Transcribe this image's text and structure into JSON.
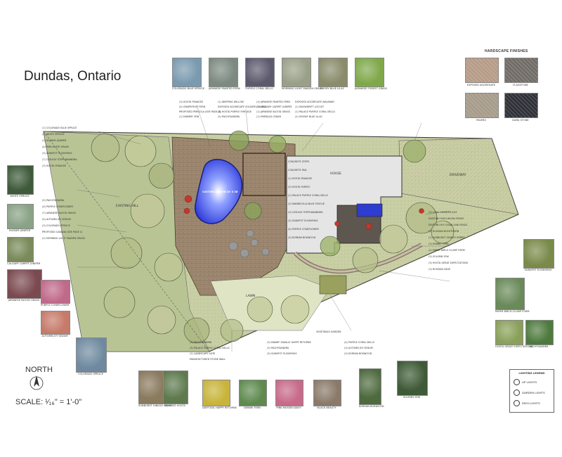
{
  "title": "Dundas, Ontario",
  "north_label": "NORTH",
  "scale_label": "SCALE: ¹⁄₁₆\" = 1'-0\"",
  "hardscape": {
    "title": "HARDSCAPE FINISHES",
    "items": [
      {
        "name": "EXPOSED AGGREGATE",
        "color": "#b59a86"
      },
      {
        "name": "FLAGSTONE",
        "color": "#6f6a66"
      },
      {
        "name": "PAVERS",
        "color": "#a59a88"
      },
      {
        "name": "DARK STONE",
        "color": "#2d2d35"
      }
    ]
  },
  "top_plants": [
    {
      "name": "COLORADO BLUE SPRUCE",
      "color": "#7a9ab0"
    },
    {
      "name": "JAPANESE PAINTED FERN",
      "color": "#7c8a80"
    },
    {
      "name": "PURPLE CORAL BELLS",
      "color": "#5d5a6e"
    },
    {
      "name": "MORNING LIGHT MAIDEN GRASS",
      "color": "#9aa088"
    },
    {
      "name": "EMORY BLUE LILAC",
      "color": "#8a8c6c"
    },
    {
      "name": "JAPANESE FOREST GRASS",
      "color": "#7fa84a"
    }
  ],
  "left_plants": [
    {
      "name": "WHITE SPRUCE",
      "color": "#3e5a3a"
    },
    {
      "name": "HUSKER JUNIPER",
      "color": "#8aa286"
    },
    {
      "name": "CALGARY CARPET JUNIPER",
      "color": "#7a8a5a"
    },
    {
      "name": "JAPANESE BLOOD GRASS",
      "color": "#7a4a50"
    },
    {
      "name": "PURPLE CONEFLOWER",
      "color": "#c06a8a"
    },
    {
      "name": "AUTUMN JOY SEDUM",
      "color": "#c67a6a"
    },
    {
      "name": "COLORADO SPRUCE",
      "color": "#6f8aa0"
    }
  ],
  "bottom_plants": [
    {
      "name": "SUNBURST GINKGO BERRY",
      "color": "#8a7a5e"
    },
    {
      "name": "FRANCEE HOSTA",
      "color": "#5e7a4e"
    },
    {
      "name": "DAFFODIL HAPPY RETURNS",
      "color": "#c8b43a"
    },
    {
      "name": "DEBBIE FERN",
      "color": "#5e8a4e"
    },
    {
      "name": "PINK MUSSIN DAISY",
      "color": "#c86a8a"
    },
    {
      "name": "BLACK BEAUTY",
      "color": "#8a7a6a"
    },
    {
      "name": "KOREAN BOXWOOD",
      "color": "#4e6a3e"
    },
    {
      "name": "SOLEMN YEW",
      "color": "#3e5a36"
    }
  ],
  "right_plants": [
    {
      "name": "SUNSPOT EUONYMUS",
      "color": "#7a8a4a"
    },
    {
      "name": "PAPER BIRCH CLUMP FORM",
      "color": "#6a8a5a"
    },
    {
      "name": "HOSTA GREAT EXPECTATIONS",
      "color": "#8aa05a"
    },
    {
      "name": "PACHYSANDRA",
      "color": "#4e7a3e"
    }
  ],
  "plan_labels": {
    "pool": "CUSTOM LAGOON 18' X 38'",
    "house": "HOUSE",
    "driveway": "DRIVEWAY",
    "lawn": "LAWN",
    "hill": "EXISTING HILL",
    "vegetable": "VEGETABLE GARDEN"
  },
  "callouts": [
    "(1) COLORADO BLUE SPRUCE",
    "(2) WHITE SPRUCE",
    "(3) HUSKER JUNIPER",
    "(4) PERCOLATE GRASS",
    "(3) SUNSPOT EUONYMUS",
    "(7) CATLEAF STEPHANANDRA",
    "(3) HOSTA FRANCEE",
    "(5) PACHYSANDRA",
    "(4) PURPLE CONEFLOWER",
    "(7) JAPANESE BLOOD GRASS",
    "(4) AUTUMN JOY SEDUM",
    "(3) COLORADO SPRUCE",
    "PROPOSED CABANA (SEE PAGE 2)",
    "(2) MORNING LIGHT MAIDEN GRASS",
    "(3) HOSTA FRANCEE",
    "(1) WEEPING WILLOW",
    "(3) JAPANESE PAINTED FERN",
    "EXPOSED AGGREGATE WALKWAY",
    "(4) GRAPEFRUIT FERN",
    "EXPOSED AGGREGATE SOLDIER COURSE",
    "(3) CALGARY CARPET JUNIPER",
    "(1) SNOWDRIFT LOCUST",
    "PROPOSED PERGOLA (SEE PAGE 2)",
    "(4) HOSTA PURPLE FIRE AGE",
    "(1) JAPANESE BLOOD GRASS",
    "(1) PALACE PURPLE CORAL BELLS",
    "(1) FARMER YEW",
    "(5) PACHYSANDRA",
    "(1) EMERALD CEDAR",
    "(2) SHOWY BLUE LILAC",
    "CONCRETE STEPS",
    "CONCRETE PAD",
    "(1) HOSTA FRANCEE",
    "(3) HOSTA PURPLE",
    "(1) PALACE PURPLE CORAL BELLS",
    "(3) MANDEVILLA BLUE FESCUE",
    "(3) CATLEAF STEPHANANDRA",
    "(3) SUNSPOT EUONYMUS",
    "(4) PURPLE CONEFLOWER",
    "(3) KOREAN BOXWOOD",
    "(2) LILAC CHARLES JOLY",
    "EXISTING HIGH WOOD FENCE",
    "EXISTING 6'H CHAIN LINK FENCE",
    "(5) RUSSIAN BUCKTHORN",
    "(1) SUNBURST GINKGO BERRY",
    "(3) DEBBIE FERN",
    "(2) PAPER BIRCH CLUMP FORM",
    "(3) SOLEMN YEW",
    "(3) HOSTA GREAT EXPECTATIONS",
    "(3) RUSSIAN SAGE",
    "(3) PACHYSANDRA",
    "(3) DWARF SAVALLY HAPPY RETURNS",
    "(4) PURPLE CORAL BELLS",
    "(3) PALACE PURPLE CORAL BELLS",
    "(3) PACHYSANDRA",
    "(3) AUTUMN JOY SEDUM",
    "(1) LANDSCAPE GATE",
    "(3) SUNSPOT EUONYMUS",
    "(3) KOREAN BOXWOOD",
    "MANUFACTURED STONE WALL"
  ],
  "legend": {
    "title": "LIGHTING LEGEND",
    "items": [
      "UP LIGHTS",
      "GARDEN LIGHTS",
      "PATH LIGHTS"
    ]
  }
}
